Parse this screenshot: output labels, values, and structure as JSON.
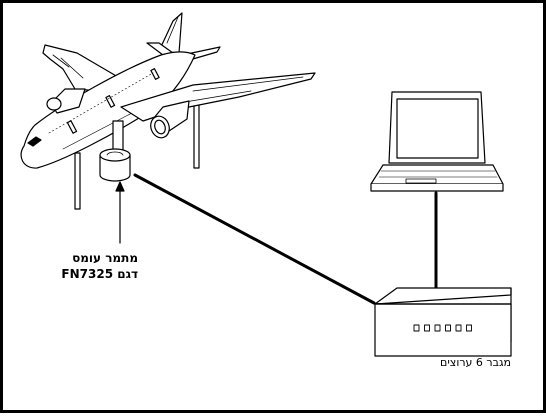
{
  "labels": {
    "sensor_name": "מתמר עומס",
    "sensor_model": "דגם FN7325",
    "amplifier": "מגבר 6 ערוצים"
  },
  "amplifier": {
    "channel_count": 6
  },
  "colors": {
    "line": "#000000",
    "background": "#ffffff"
  },
  "components": [
    "aircraft-model",
    "load-cell",
    "amplifier",
    "laptop"
  ]
}
